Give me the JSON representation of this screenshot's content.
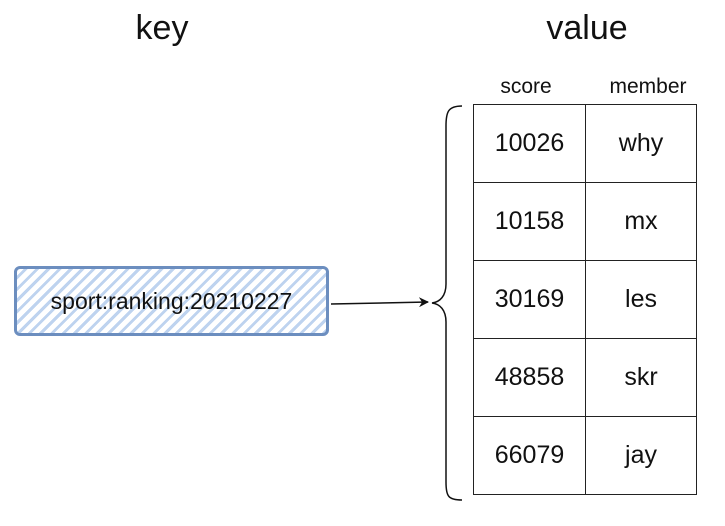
{
  "headings": {
    "key": "key",
    "value": "value"
  },
  "key_node": {
    "label": "sport:ranking:20210227"
  },
  "table": {
    "columns": {
      "score": "score",
      "member": "member"
    },
    "rows": [
      {
        "score": "10026",
        "member": "why"
      },
      {
        "score": "10158",
        "member": "mx"
      },
      {
        "score": "30169",
        "member": "les"
      },
      {
        "score": "48858",
        "member": "skr"
      },
      {
        "score": "66079",
        "member": "jay"
      }
    ]
  },
  "colors": {
    "key_border": "#6c8ebf",
    "key_hatch": "#a8c4ea",
    "line": "#222222"
  }
}
